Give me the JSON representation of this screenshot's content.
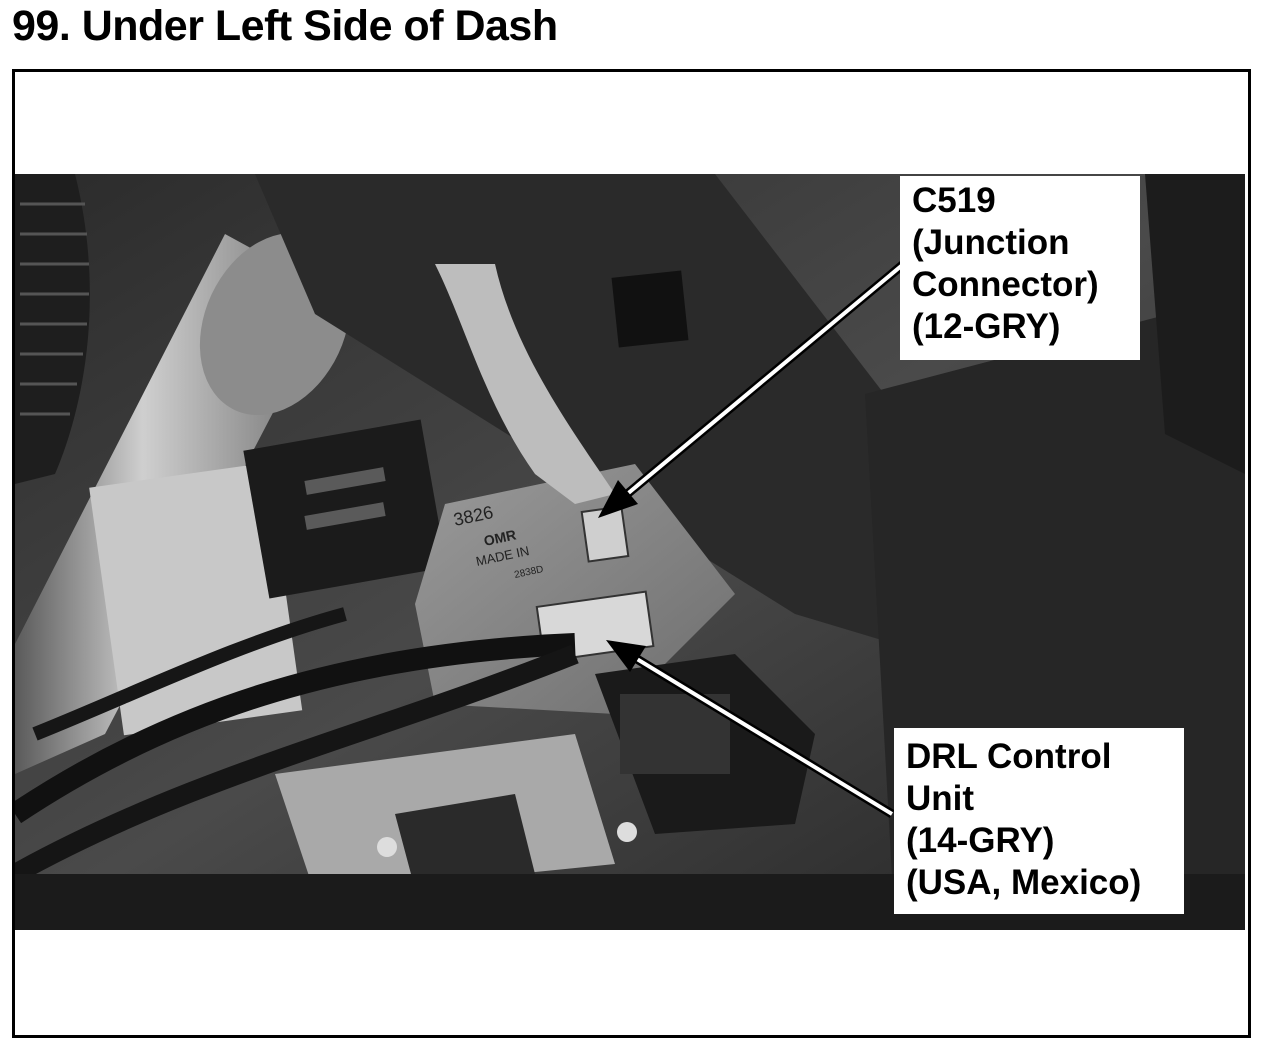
{
  "page_title": "99. Under Left Side of Dash",
  "photo": {
    "subject": "dash-underside-wiring-photo",
    "part_marking_lines": [
      "3826",
      "OMR",
      "MADE IN",
      "2838D"
    ]
  },
  "callouts": {
    "c519": {
      "lines": [
        "C519",
        "(Junction",
        "Connector)",
        "(12-GRY)"
      ]
    },
    "drl": {
      "lines": [
        "DRL Control",
        "Unit",
        "(14-GRY)",
        "(USA, Mexico)"
      ]
    }
  },
  "colors": {
    "frame": "#000000",
    "label_background": "#ffffff",
    "label_text": "#000000"
  }
}
